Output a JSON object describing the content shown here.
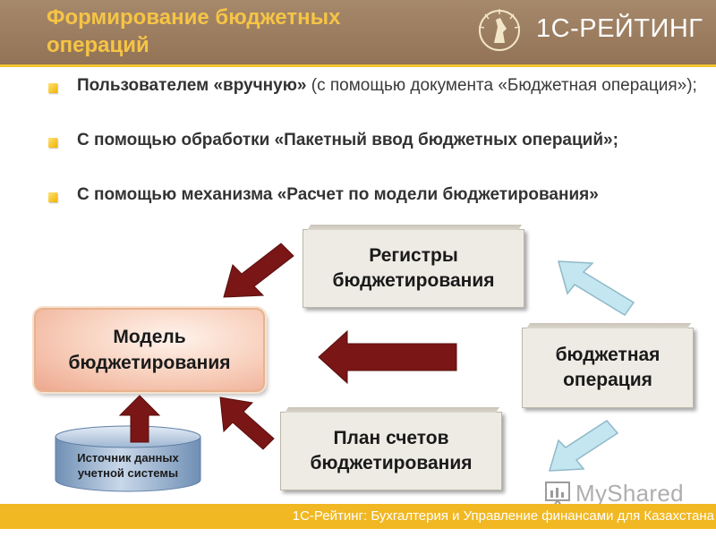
{
  "header": {
    "title": "Формирование бюджетных операций",
    "brand": "1С-РЕЙТИНГ",
    "logo_icon": "figure-emblem-icon"
  },
  "bullets": [
    {
      "bold": "Пользователем «вручную»",
      "rest": " (с помощью документа «Бюджетная операция»);"
    },
    {
      "bold": "С помощью обработки «Пакетный ввод бюджетных операций»;",
      "rest": ""
    },
    {
      "bold": "С помощью механизма «Расчет по модели бюджетирования»",
      "rest": ""
    }
  ],
  "diagram": {
    "registers": "Регистры бюджетирования",
    "plan": "План счетов бюджетирования",
    "operation": "бюджетная операция",
    "model": "Модель бюджетирования",
    "source": "Источник данных учетной системы"
  },
  "watermark": {
    "text": "MyShared"
  },
  "footer": {
    "text": "1С-Рейтинг: Бухгалтерия и Управление финансами для Казахстана"
  },
  "colors": {
    "header_bg": "#9a7b5e",
    "title": "#f6c445",
    "accent_yellow": "#f2b823",
    "arrow_dark_red": "#7a1616",
    "arrow_light_blue": "#bfe3ee"
  }
}
